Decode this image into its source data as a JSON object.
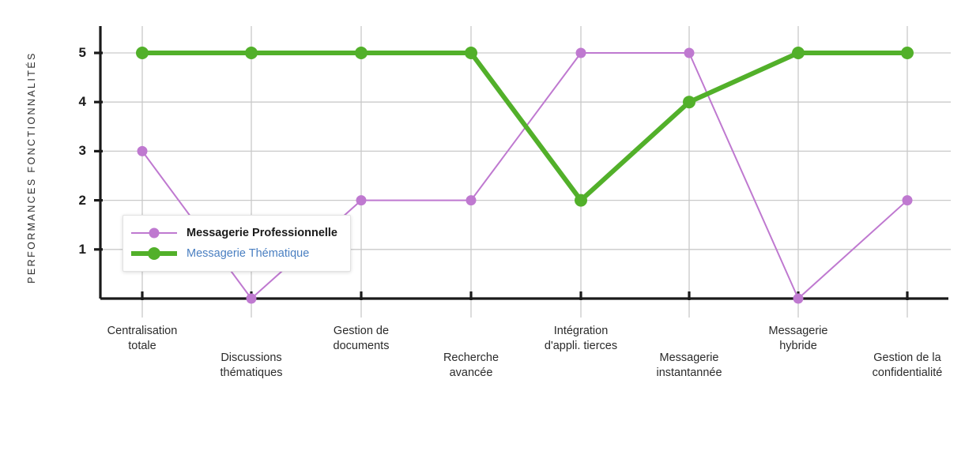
{
  "chart_data": {
    "type": "line",
    "title": "",
    "subtitle": "",
    "xlabel": "",
    "ylabel": "PERFORMANCES  FONCTIONNALITÉS",
    "categories": [
      "Centralisation\ntotale",
      "Discussions\nthématiques",
      "Gestion de\ndocuments",
      "Recherche\navancée",
      "Intégration\nd'appli. tierces",
      "Messagerie\ninstantannée",
      "Messagerie\nhybride",
      "Gestion de la\nconfidentialité"
    ],
    "yticks": [
      "1",
      "2",
      "3",
      "4",
      "5"
    ],
    "ytick_values": [
      1,
      2,
      3,
      4,
      5
    ],
    "ylim": [
      0,
      5.55
    ],
    "grid": "horizontal-and-vertical",
    "legend_position": "inside-left-lower",
    "series": [
      {
        "name": "Messagerie Professionnelle",
        "color": "#bf79d0",
        "label_color": "#1a1a1a",
        "line_width": 2,
        "marker_size": 13,
        "values": [
          3,
          0,
          2,
          2,
          5,
          5,
          0,
          2
        ]
      },
      {
        "name": "Messagerie Thématique",
        "color": "#52b02a",
        "label_color": "#4a7fc1",
        "line_width": 6,
        "marker_size": 16,
        "values": [
          5,
          5,
          5,
          5,
          2,
          4,
          5,
          5
        ]
      }
    ]
  },
  "style": {
    "background": "#ffffff",
    "axis_color": "#1a1a1a",
    "grid_color": "#c9c9c9",
    "tick_label_color": "#1c1c1c",
    "category_label_color": "#2b2b2b",
    "axis_title_color": "#2f2f2f",
    "legend_background": "#ffffff",
    "legend_border": "#e2e2e2"
  }
}
